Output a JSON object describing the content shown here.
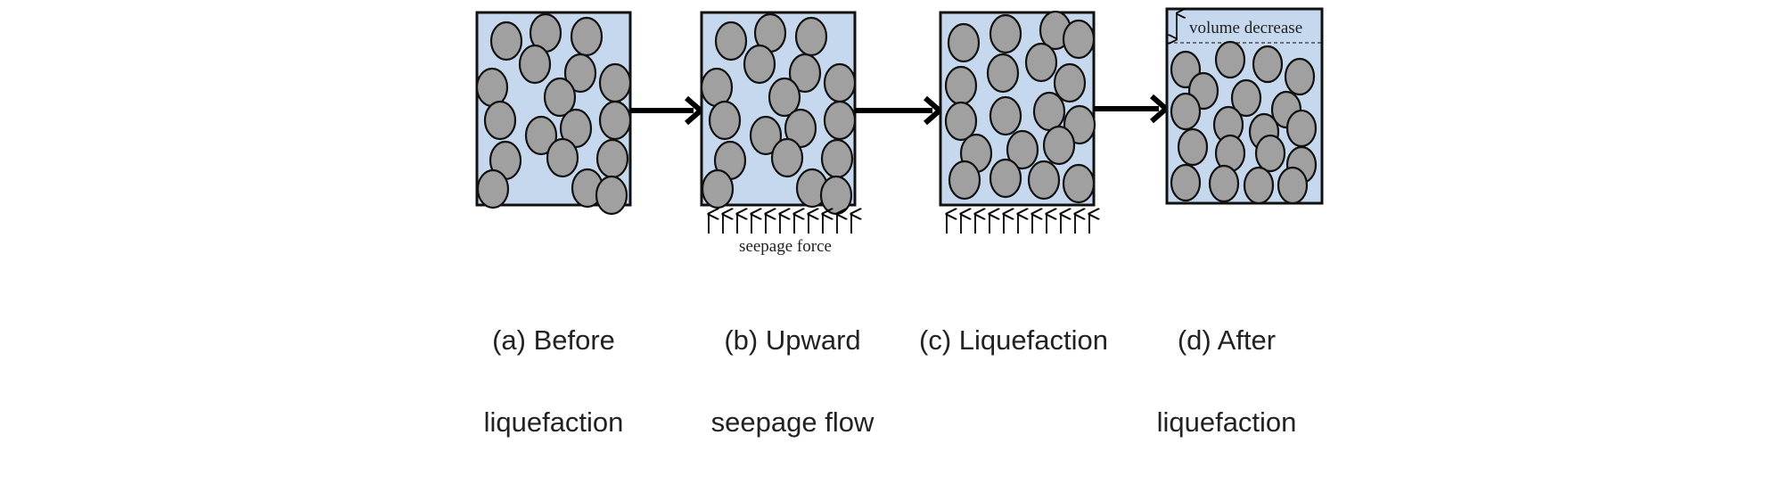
{
  "colors": {
    "water": "#c6d8ee",
    "particle": "#a0a0a0",
    "outline": "#111111",
    "arrow": "#000000"
  },
  "panels": [
    {
      "id": "a",
      "caption_line1": "(a)  Before",
      "caption_line2": "liquefaction",
      "upward_arrows": false,
      "note": ""
    },
    {
      "id": "b",
      "caption_line1": "(b)  Upward",
      "caption_line2": "seepage  flow",
      "upward_arrows": true,
      "note": "seepage force"
    },
    {
      "id": "c",
      "caption_line1": "(c)  Liquefaction",
      "caption_line2": "",
      "upward_arrows": true,
      "note": ""
    },
    {
      "id": "d",
      "caption_line1": "(d)  After",
      "caption_line2": "liquefaction",
      "upward_arrows": false,
      "note": "volume  decrease"
    }
  ]
}
